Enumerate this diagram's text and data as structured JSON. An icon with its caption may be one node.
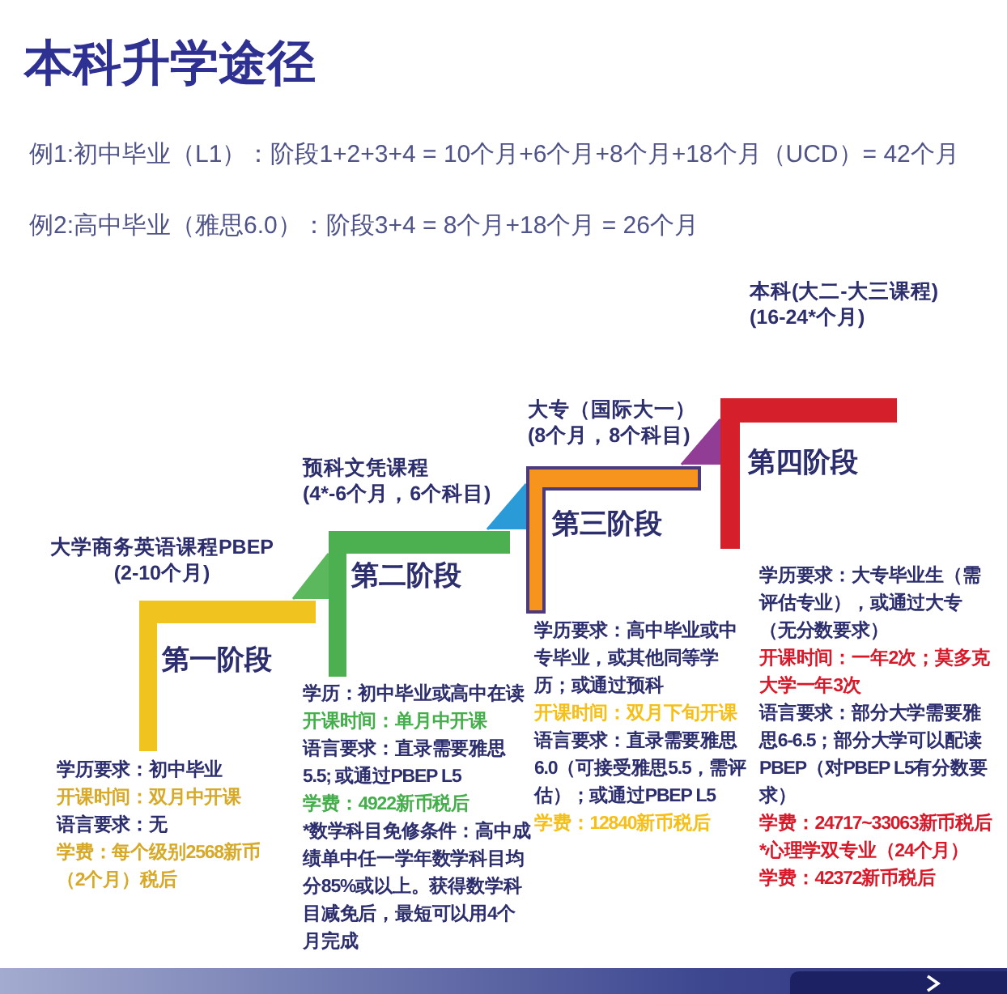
{
  "diagram": {
    "title": "本科升学途径",
    "nodes": [
      {
        "text": [
          "第一阶段"
        ],
        "beside": [
          "大学商务英语课程PBEP (2-10个月)",
          "学历要求：初中毕业",
          "开课时间：双月中开课",
          "语言要求：无",
          "学费：每个级别2568新币（2个月）税后"
        ]
      },
      {
        "text": [
          "第二阶段"
        ],
        "beside": [
          "预科文凭课程 (4*-6个月，6个科目)",
          "学历：初中毕业或高中在读",
          "开课时间：单月中开课",
          "语言要求：直录需要雅思5.5; 或通过PBEP L5",
          "学费：4922新币税后",
          "*数学科目免修条件：高中成绩单中任一学年数学科目均分85%或以上。获得数学科目减免后，最短可以用4个月完成"
        ]
      },
      {
        "text": [
          "第三阶段"
        ],
        "beside": [
          "大专（国际大一） (8个月，8个科目)",
          "学历要求：高中毕业或中专毕业，或其他同等学历；或通过预科",
          "开课时间：双月下旬开课",
          "语言要求：直录需要雅思6.0（可接受雅思5.5，需评估）；或通过PBEP L5",
          "学费：12840新币税后"
        ]
      },
      {
        "text": [
          "第四阶段"
        ],
        "beside": [
          "本科(大二-大三课程) (16-24*个月)",
          "学历要求：大专毕业生（需评估专业），或通过大专（无分数要求）",
          "开课时间：一年2次；莫多克大学一年3次",
          "语言要求：部分大学需要雅思6-6.5；部分大学可以配读PBEP（对PBEP L5有分数要求）",
          "学费：24717~33063新币税后",
          "*心理学双专业（24个月）",
          "学费：42372新币税后"
        ]
      }
    ],
    "edges": [
      {
        "from": 0,
        "to": 1,
        "arrow": "to",
        "color": "#5cb85c"
      },
      {
        "from": 1,
        "to": 2,
        "arrow": "to",
        "color": "#2b9bd8"
      },
      {
        "from": 2,
        "to": 3,
        "arrow": "to",
        "color": "#913d96"
      }
    ],
    "labels": [
      "例1:初中毕业（L1）：阶段1+2+3+4 = 10个月+6个月+8个月+18个月（UCD）= 42个月",
      "例2:高中毕业（雅思6.0）：阶段3+4 = 8个月+18个月 = 26个月"
    ]
  }
}
